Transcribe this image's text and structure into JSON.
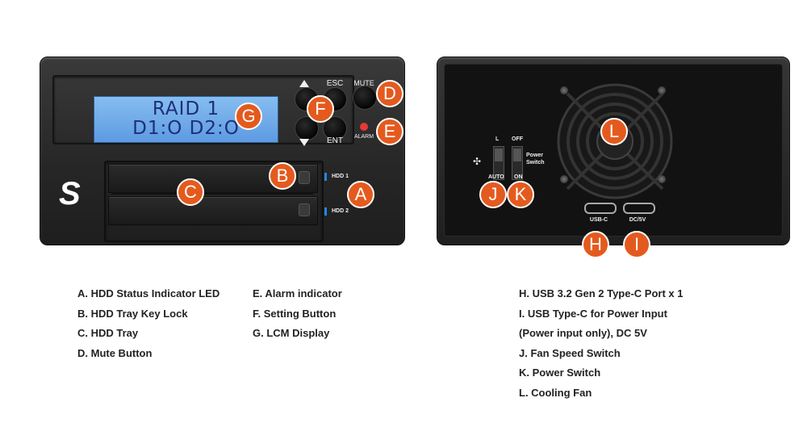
{
  "front": {
    "lcd_line1": "RAID 1",
    "lcd_line2": "D1:O  D2:O",
    "esc_label": "ESC",
    "mute_label": "MUTE",
    "ent_label": "ENT",
    "alarm_label": "ALARM",
    "hdd1_label": "HDD 1",
    "hdd2_label": "HDD 2",
    "logo_glyph": "S"
  },
  "back": {
    "fan_speed_low": "L",
    "fan_speed_auto": "AUTO",
    "power_off": "OFF",
    "power_on": "ON",
    "power_switch_label": "Power Switch",
    "usbc_label": "USB-C",
    "dc_label": "DC/5V"
  },
  "badges": {
    "A": "A",
    "B": "B",
    "C": "C",
    "D": "D",
    "E": "E",
    "F": "F",
    "G": "G",
    "H": "H",
    "I": "I",
    "J": "J",
    "K": "K",
    "L": "L"
  },
  "legend_left": [
    "A. HDD Status Indicator LED",
    "B. HDD Tray Key Lock",
    "C. HDD Tray",
    "D. Mute Button"
  ],
  "legend_middle": [
    "E. Alarm indicator",
    "F. Setting Button",
    "G. LCM Display"
  ],
  "legend_right": [
    "H. USB 3.2 Gen 2 Type-C Port x 1",
    "I.  USB Type-C for Power Input",
    "(Power input only), DC 5V",
    "J. Fan Speed Switch",
    "K. Power Switch",
    "L. Cooling Fan"
  ],
  "colors": {
    "badge": "#e45a1e",
    "lcd": "#6fa9e8",
    "led": "#1e88e5",
    "alarm_led": "#e53935"
  }
}
